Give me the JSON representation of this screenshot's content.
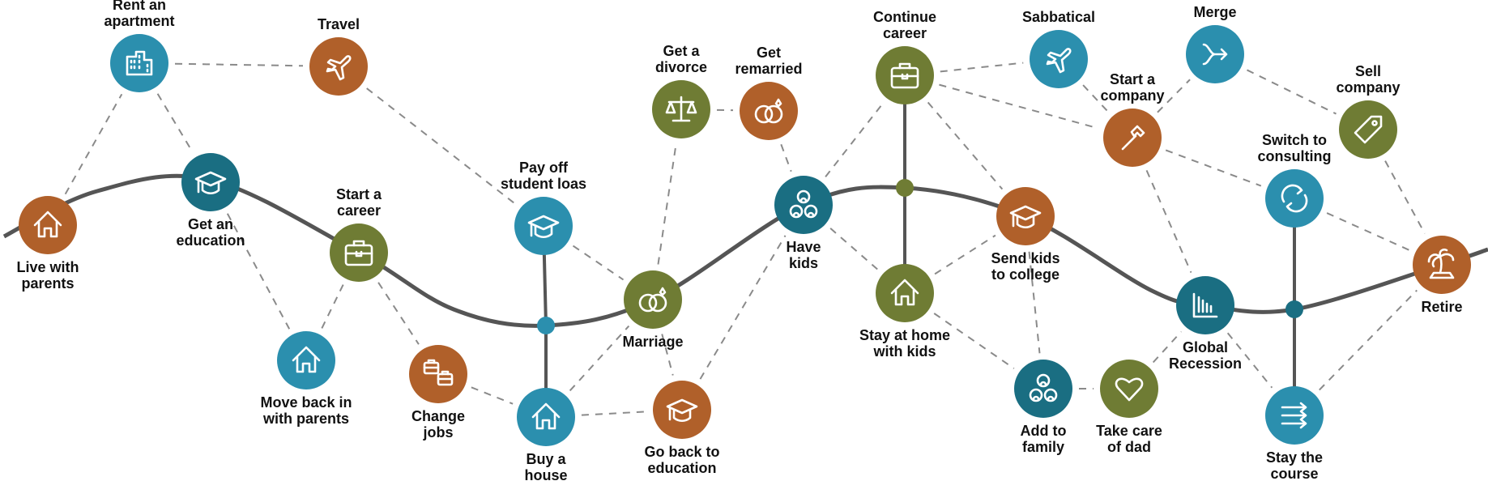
{
  "colors": {
    "orange": "#B0602A",
    "teal": "#2B8FAE",
    "darkteal": "#1A6E82",
    "olive": "#6F7C34",
    "path": "#555555",
    "dash": "#8a8a8a"
  },
  "nodes": [
    {
      "id": "live",
      "label": [
        "Live with",
        "parents"
      ],
      "icon": "house-icon",
      "color": "orange"
    },
    {
      "id": "rent",
      "label": [
        "Rent an",
        "apartment"
      ],
      "icon": "building-icon",
      "color": "teal"
    },
    {
      "id": "travel",
      "label": [
        "Travel"
      ],
      "icon": "airplane-icon",
      "color": "orange"
    },
    {
      "id": "edu",
      "label": [
        "Get an",
        "education"
      ],
      "icon": "graduation-cap-icon",
      "color": "darkteal"
    },
    {
      "id": "career",
      "label": [
        "Start a",
        "career"
      ],
      "icon": "briefcase-icon",
      "color": "olive"
    },
    {
      "id": "moveback",
      "label": [
        "Move back in",
        "with parents"
      ],
      "icon": "house-icon",
      "color": "teal"
    },
    {
      "id": "jobs",
      "label": [
        "Change",
        "jobs"
      ],
      "icon": "two-briefcases-icon",
      "color": "orange"
    },
    {
      "id": "payoff",
      "label": [
        "Pay off",
        "student loas"
      ],
      "icon": "graduation-cap-icon",
      "color": "teal"
    },
    {
      "id": "house",
      "label": [
        "Buy a",
        "house"
      ],
      "icon": "house-icon",
      "color": "teal"
    },
    {
      "id": "marriage",
      "label": [
        "Marriage"
      ],
      "icon": "rings-icon",
      "color": "olive"
    },
    {
      "id": "divorce",
      "label": [
        "Get a",
        "divorce"
      ],
      "icon": "scales-icon",
      "color": "olive"
    },
    {
      "id": "remarried",
      "label": [
        "Get",
        "remarried"
      ],
      "icon": "rings-icon",
      "color": "orange"
    },
    {
      "id": "backedu",
      "label": [
        "Go back to",
        "education"
      ],
      "icon": "graduation-cap-icon",
      "color": "orange"
    },
    {
      "id": "kids",
      "label": [
        "Have",
        "kids"
      ],
      "icon": "people-icon",
      "color": "darkteal"
    },
    {
      "id": "continue",
      "label": [
        "Continue",
        "career"
      ],
      "icon": "briefcase-icon",
      "color": "olive"
    },
    {
      "id": "stayhome",
      "label": [
        "Stay at home",
        "with kids"
      ],
      "icon": "house-icon",
      "color": "olive"
    },
    {
      "id": "sabbatical",
      "label": [
        "Sabbatical"
      ],
      "icon": "airplane-icon",
      "color": "teal"
    },
    {
      "id": "college",
      "label": [
        "Send kids",
        "to college"
      ],
      "icon": "graduation-cap-icon",
      "color": "orange"
    },
    {
      "id": "company",
      "label": [
        "Start a",
        "company"
      ],
      "icon": "hammer-icon",
      "color": "orange"
    },
    {
      "id": "merge",
      "label": [
        "Merge"
      ],
      "icon": "merge-arrow-icon",
      "color": "teal"
    },
    {
      "id": "family",
      "label": [
        "Add to",
        "family"
      ],
      "icon": "people-icon",
      "color": "darkteal"
    },
    {
      "id": "dad",
      "label": [
        "Take care",
        "of dad"
      ],
      "icon": "heart-icon",
      "color": "olive"
    },
    {
      "id": "recession",
      "label": [
        "Global",
        "Recession"
      ],
      "icon": "bar-chart-icon",
      "color": "darkteal"
    },
    {
      "id": "consult",
      "label": [
        "Switch to",
        "consulting"
      ],
      "icon": "refresh-icon",
      "color": "teal"
    },
    {
      "id": "course",
      "label": [
        "Stay the",
        "course"
      ],
      "icon": "arrows-right-icon",
      "color": "teal"
    },
    {
      "id": "sell",
      "label": [
        "Sell",
        "company"
      ],
      "icon": "tag-icon",
      "color": "olive"
    },
    {
      "id": "retire",
      "label": [
        "Retire"
      ],
      "icon": "palm-tree-icon",
      "color": "orange"
    }
  ],
  "junctions": [
    {
      "id": "j1",
      "color": "teal"
    },
    {
      "id": "j2",
      "color": "olive"
    },
    {
      "id": "j3",
      "color": "darkteal"
    }
  ],
  "solid_edges": [
    [
      "payoff",
      "j1"
    ],
    [
      "j1",
      "house"
    ],
    [
      "continue",
      "j2"
    ],
    [
      "j2",
      "stayhome"
    ],
    [
      "consult",
      "j3"
    ],
    [
      "j3",
      "course"
    ]
  ],
  "dashed_edges": [
    [
      "live",
      "rent"
    ],
    [
      "rent",
      "travel"
    ],
    [
      "rent",
      "edu"
    ],
    [
      "travel",
      "payoff"
    ],
    [
      "edu",
      "moveback"
    ],
    [
      "career",
      "moveback"
    ],
    [
      "career",
      "jobs"
    ],
    [
      "jobs",
      "house"
    ],
    [
      "payoff",
      "marriage"
    ],
    [
      "house",
      "marriage"
    ],
    [
      "house",
      "backedu"
    ],
    [
      "marriage",
      "divorce"
    ],
    [
      "divorce",
      "remarried"
    ],
    [
      "marriage",
      "backedu"
    ],
    [
      "backedu",
      "kids"
    ],
    [
      "remarried",
      "kids"
    ],
    [
      "kids",
      "continue"
    ],
    [
      "kids",
      "stayhome"
    ],
    [
      "continue",
      "sabbatical"
    ],
    [
      "continue",
      "company"
    ],
    [
      "continue",
      "college"
    ],
    [
      "stayhome",
      "college"
    ],
    [
      "stayhome",
      "family"
    ],
    [
      "college",
      "family"
    ],
    [
      "family",
      "dad"
    ],
    [
      "dad",
      "recession"
    ],
    [
      "sabbatical",
      "company"
    ],
    [
      "company",
      "merge"
    ],
    [
      "company",
      "recession"
    ],
    [
      "company",
      "consult"
    ],
    [
      "merge",
      "sell"
    ],
    [
      "sell",
      "retire"
    ],
    [
      "consult",
      "retire"
    ],
    [
      "recession",
      "course"
    ],
    [
      "course",
      "retire"
    ]
  ]
}
